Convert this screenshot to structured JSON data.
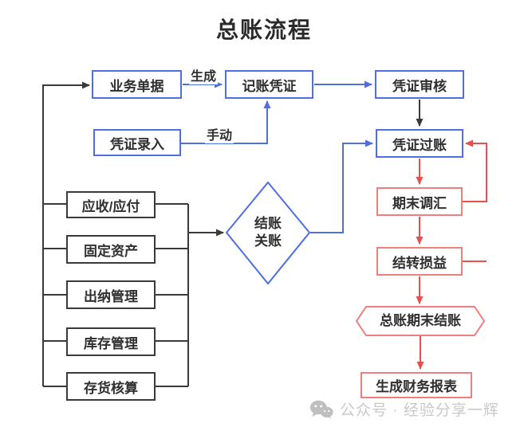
{
  "title": "总账流程",
  "edge_labels": {
    "generate": "生成",
    "manual": "手动"
  },
  "nodes": {
    "business_documents": {
      "label": "业务单据"
    },
    "accounting_voucher": {
      "label": "记账凭证"
    },
    "voucher_review": {
      "label": "凭证审核"
    },
    "voucher_entry": {
      "label": "凭证录入"
    },
    "voucher_posting": {
      "label": "凭证过账"
    },
    "closing": {
      "line1": "结账",
      "line2": "关账"
    },
    "receivables_payables": {
      "label": "应收/应付"
    },
    "fixed_assets": {
      "label": "固定资产"
    },
    "cashier_management": {
      "label": "出纳管理"
    },
    "inventory_management": {
      "label": "库存管理"
    },
    "inventory_accounting": {
      "label": "存货核算"
    },
    "period_end_fx": {
      "label": "期末调汇"
    },
    "carry_forward_pl": {
      "label": "结转损益"
    },
    "gl_period_end_closing": {
      "label": "总账期末结账"
    },
    "generate_reports": {
      "label": "生成财务报表"
    }
  },
  "watermark": {
    "icon": "wechat-icon",
    "text": "公众号 · 经验分享一辉"
  },
  "colors": {
    "blue": "#4f6ee3",
    "ink": "#3a3a3a",
    "red_line": "#e6504f",
    "red_box": "#ee7f7f",
    "text": "#2f2f2f",
    "watermark": "#c9c9c9"
  }
}
